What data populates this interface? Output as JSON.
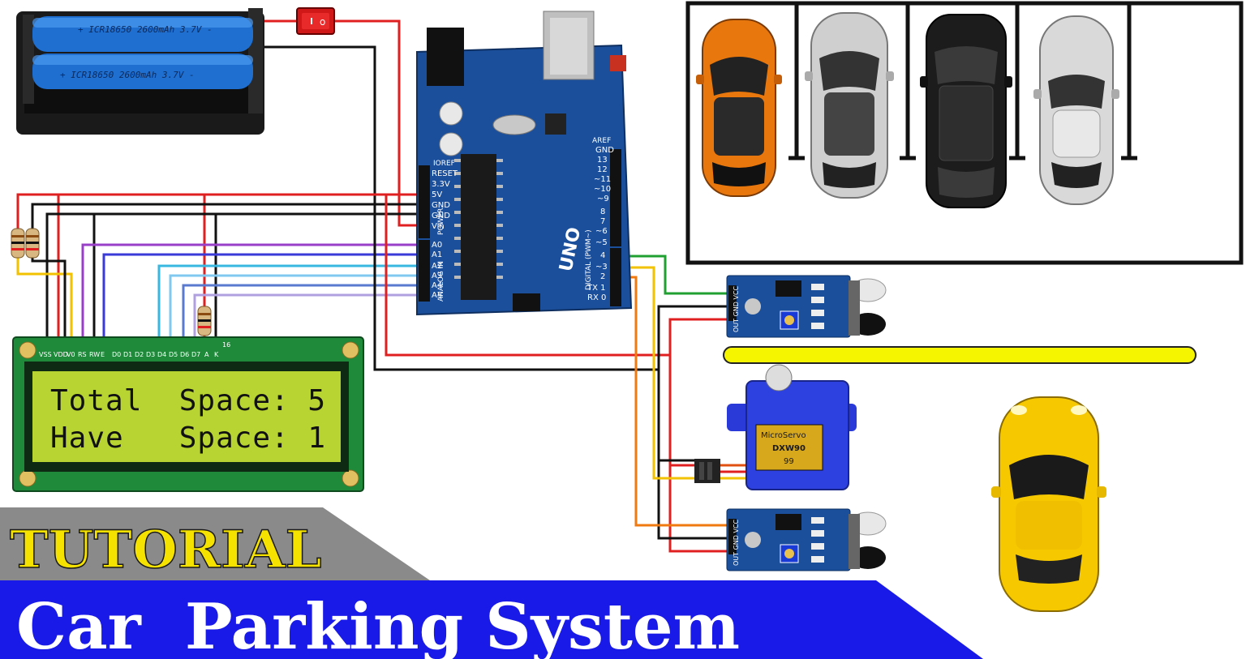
{
  "banner": {
    "tutorial": "TUTORIAL",
    "title": "Car  Parking System"
  },
  "lcd": {
    "line1": "Total  Space: 5",
    "line2": "Have   Space: 1",
    "pin_number": "16",
    "pin_labels": [
      "VSS",
      "VDD",
      "V0",
      "RS",
      "RW",
      "E",
      "D0",
      "D1",
      "D2",
      "D3",
      "D4",
      "D5",
      "D6",
      "D7",
      "A",
      "K"
    ]
  },
  "battery": {
    "cell_top": "+ ICR18650 2600mAh 3.7V -",
    "cell_bottom": "+ ICR18650 2600mAh 3.7V -"
  },
  "switch": {
    "symbol": "o"
  },
  "arduino": {
    "brand": "UNO",
    "power_pins": [
      "RESET",
      "3.3V",
      "5V",
      "GND",
      "GND",
      "Vin"
    ],
    "analog_pins": [
      "A0",
      "A1",
      "A2",
      "A3",
      "A4",
      "A5"
    ],
    "digital_pins": [
      "GND",
      "13",
      "12",
      "~11",
      "~10",
      "~9",
      "8",
      "7",
      "~6",
      "~5",
      "4",
      "~3",
      "2",
      "TX 1",
      "RX 0"
    ],
    "section_power": "POWER",
    "section_analog": "ANALOG IN",
    "section_digital": "DIGITAL (PWM~)",
    "aref": "AREF",
    "ioref": "IOREF"
  },
  "servo": {
    "brand": "MicroServo",
    "model": "DXW90",
    "code": "99"
  },
  "ir_sensor": {
    "pins": "OUT GND VCC"
  },
  "colors": {
    "pcb_blue": "#1b4f9c",
    "lcd_green": "#1e8a3a",
    "lcd_screen": "#b8d432",
    "banner_blue": "#1a1ae8",
    "banner_gray": "#8a8a8a",
    "tutorial_yellow": "#f5e200",
    "wire_red": "#e02020",
    "wire_black": "#111111",
    "barrier_yellow": "#f5f500"
  }
}
